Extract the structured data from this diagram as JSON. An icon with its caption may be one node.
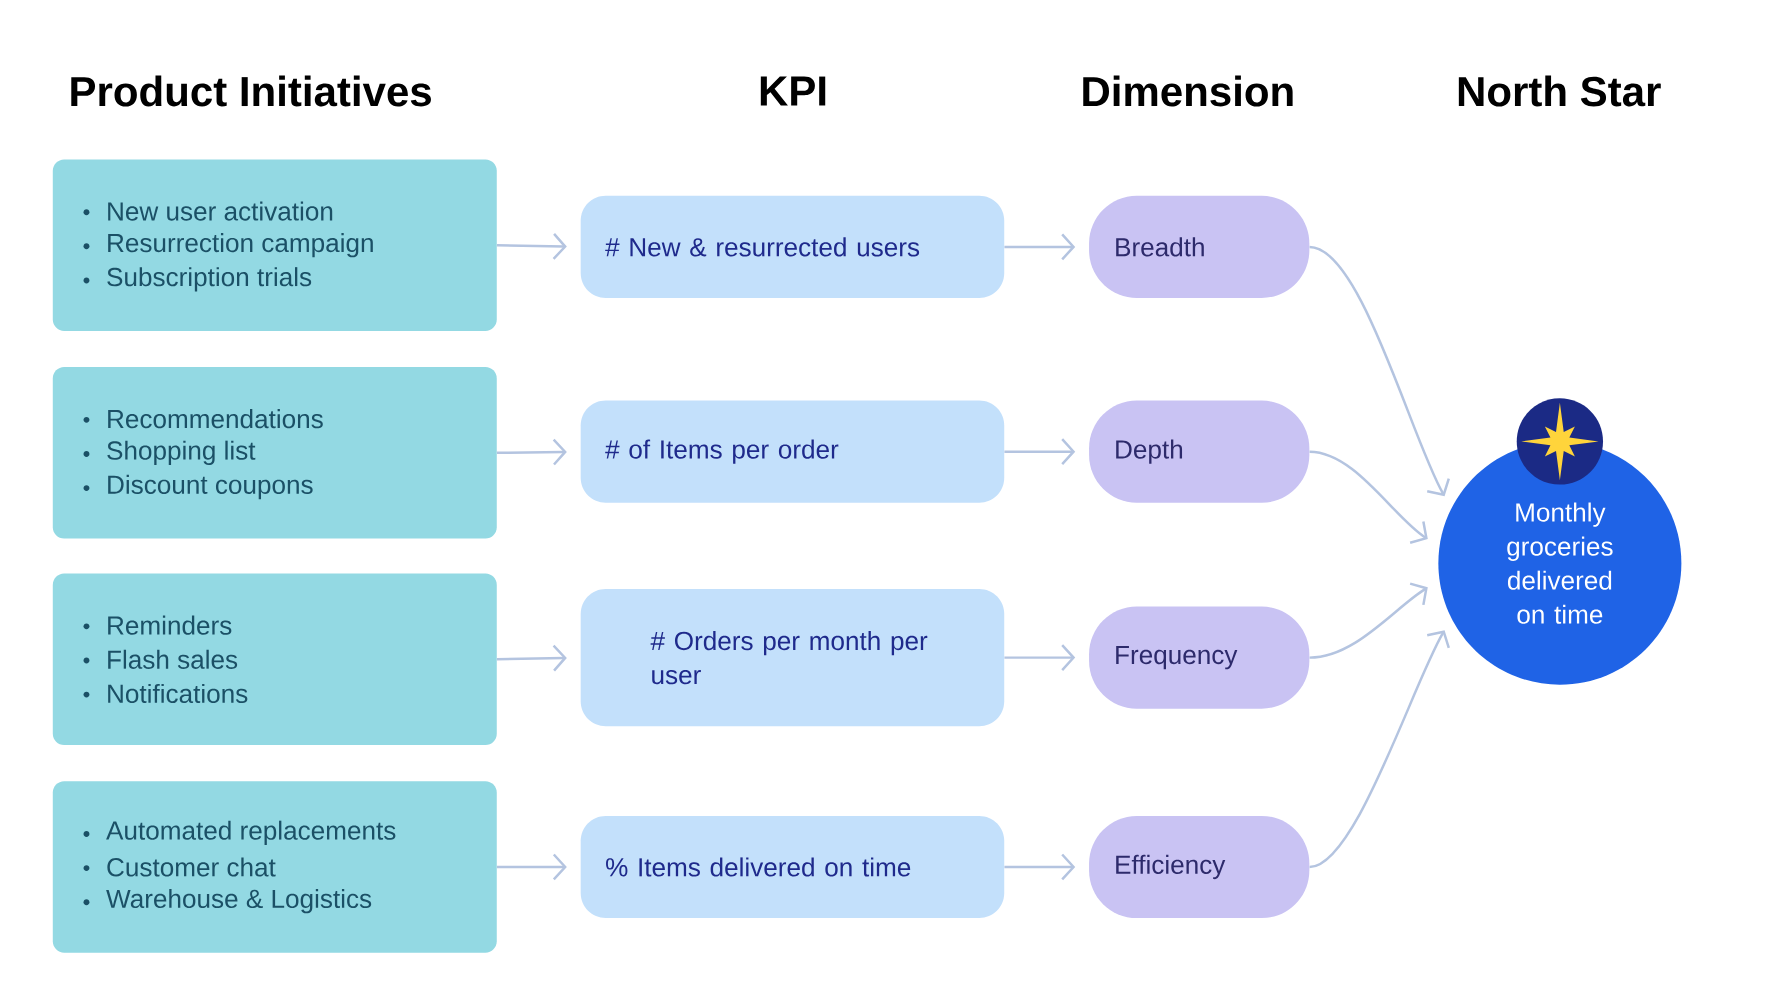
{
  "diagram": {
    "nodes": [
      {
        "text": [
          "New user activation",
          "Resurrection campaign",
          "Subscription trials"
        ]
      },
      {
        "text": [
          "Recommendations",
          "Shopping list",
          "Discount coupons"
        ]
      },
      {
        "text": [
          "Reminders",
          "Flash sales",
          "Notifications"
        ]
      },
      {
        "text": [
          "Automated replacements",
          "Customer chat",
          "Warehouse & Logistics"
        ]
      },
      {
        "text": [
          "# New & resurrected users"
        ]
      },
      {
        "text": [
          "# of Items per order"
        ]
      },
      {
        "text": [
          "# Orders per month per user"
        ]
      },
      {
        "text": [
          "% Items delivered on time"
        ]
      },
      {
        "text": [
          "Breadth"
        ]
      },
      {
        "text": [
          "Depth"
        ]
      },
      {
        "text": [
          "Frequency"
        ]
      },
      {
        "text": [
          "Efficiency"
        ]
      },
      {
        "text": [
          "Monthly groceries delivered on time"
        ]
      }
    ],
    "edges": [
      {
        "from": 0,
        "to": 4,
        "arrow": "to"
      },
      {
        "from": 1,
        "to": 5,
        "arrow": "to"
      },
      {
        "from": 2,
        "to": 6,
        "arrow": "to"
      },
      {
        "from": 3,
        "to": 7,
        "arrow": "to"
      },
      {
        "from": 4,
        "to": 8,
        "arrow": "to"
      },
      {
        "from": 5,
        "to": 9,
        "arrow": "to"
      },
      {
        "from": 6,
        "to": 10,
        "arrow": "to"
      },
      {
        "from": 7,
        "to": 11,
        "arrow": "to"
      },
      {
        "from": 8,
        "to": 12,
        "arrow": "to"
      },
      {
        "from": 9,
        "to": 12,
        "arrow": "to"
      },
      {
        "from": 10,
        "to": 12,
        "arrow": "to"
      },
      {
        "from": 11,
        "to": 12,
        "arrow": "to"
      }
    ],
    "labels": [
      "Product Initiatives",
      "KPI",
      "Dimension",
      "North Star"
    ]
  }
}
